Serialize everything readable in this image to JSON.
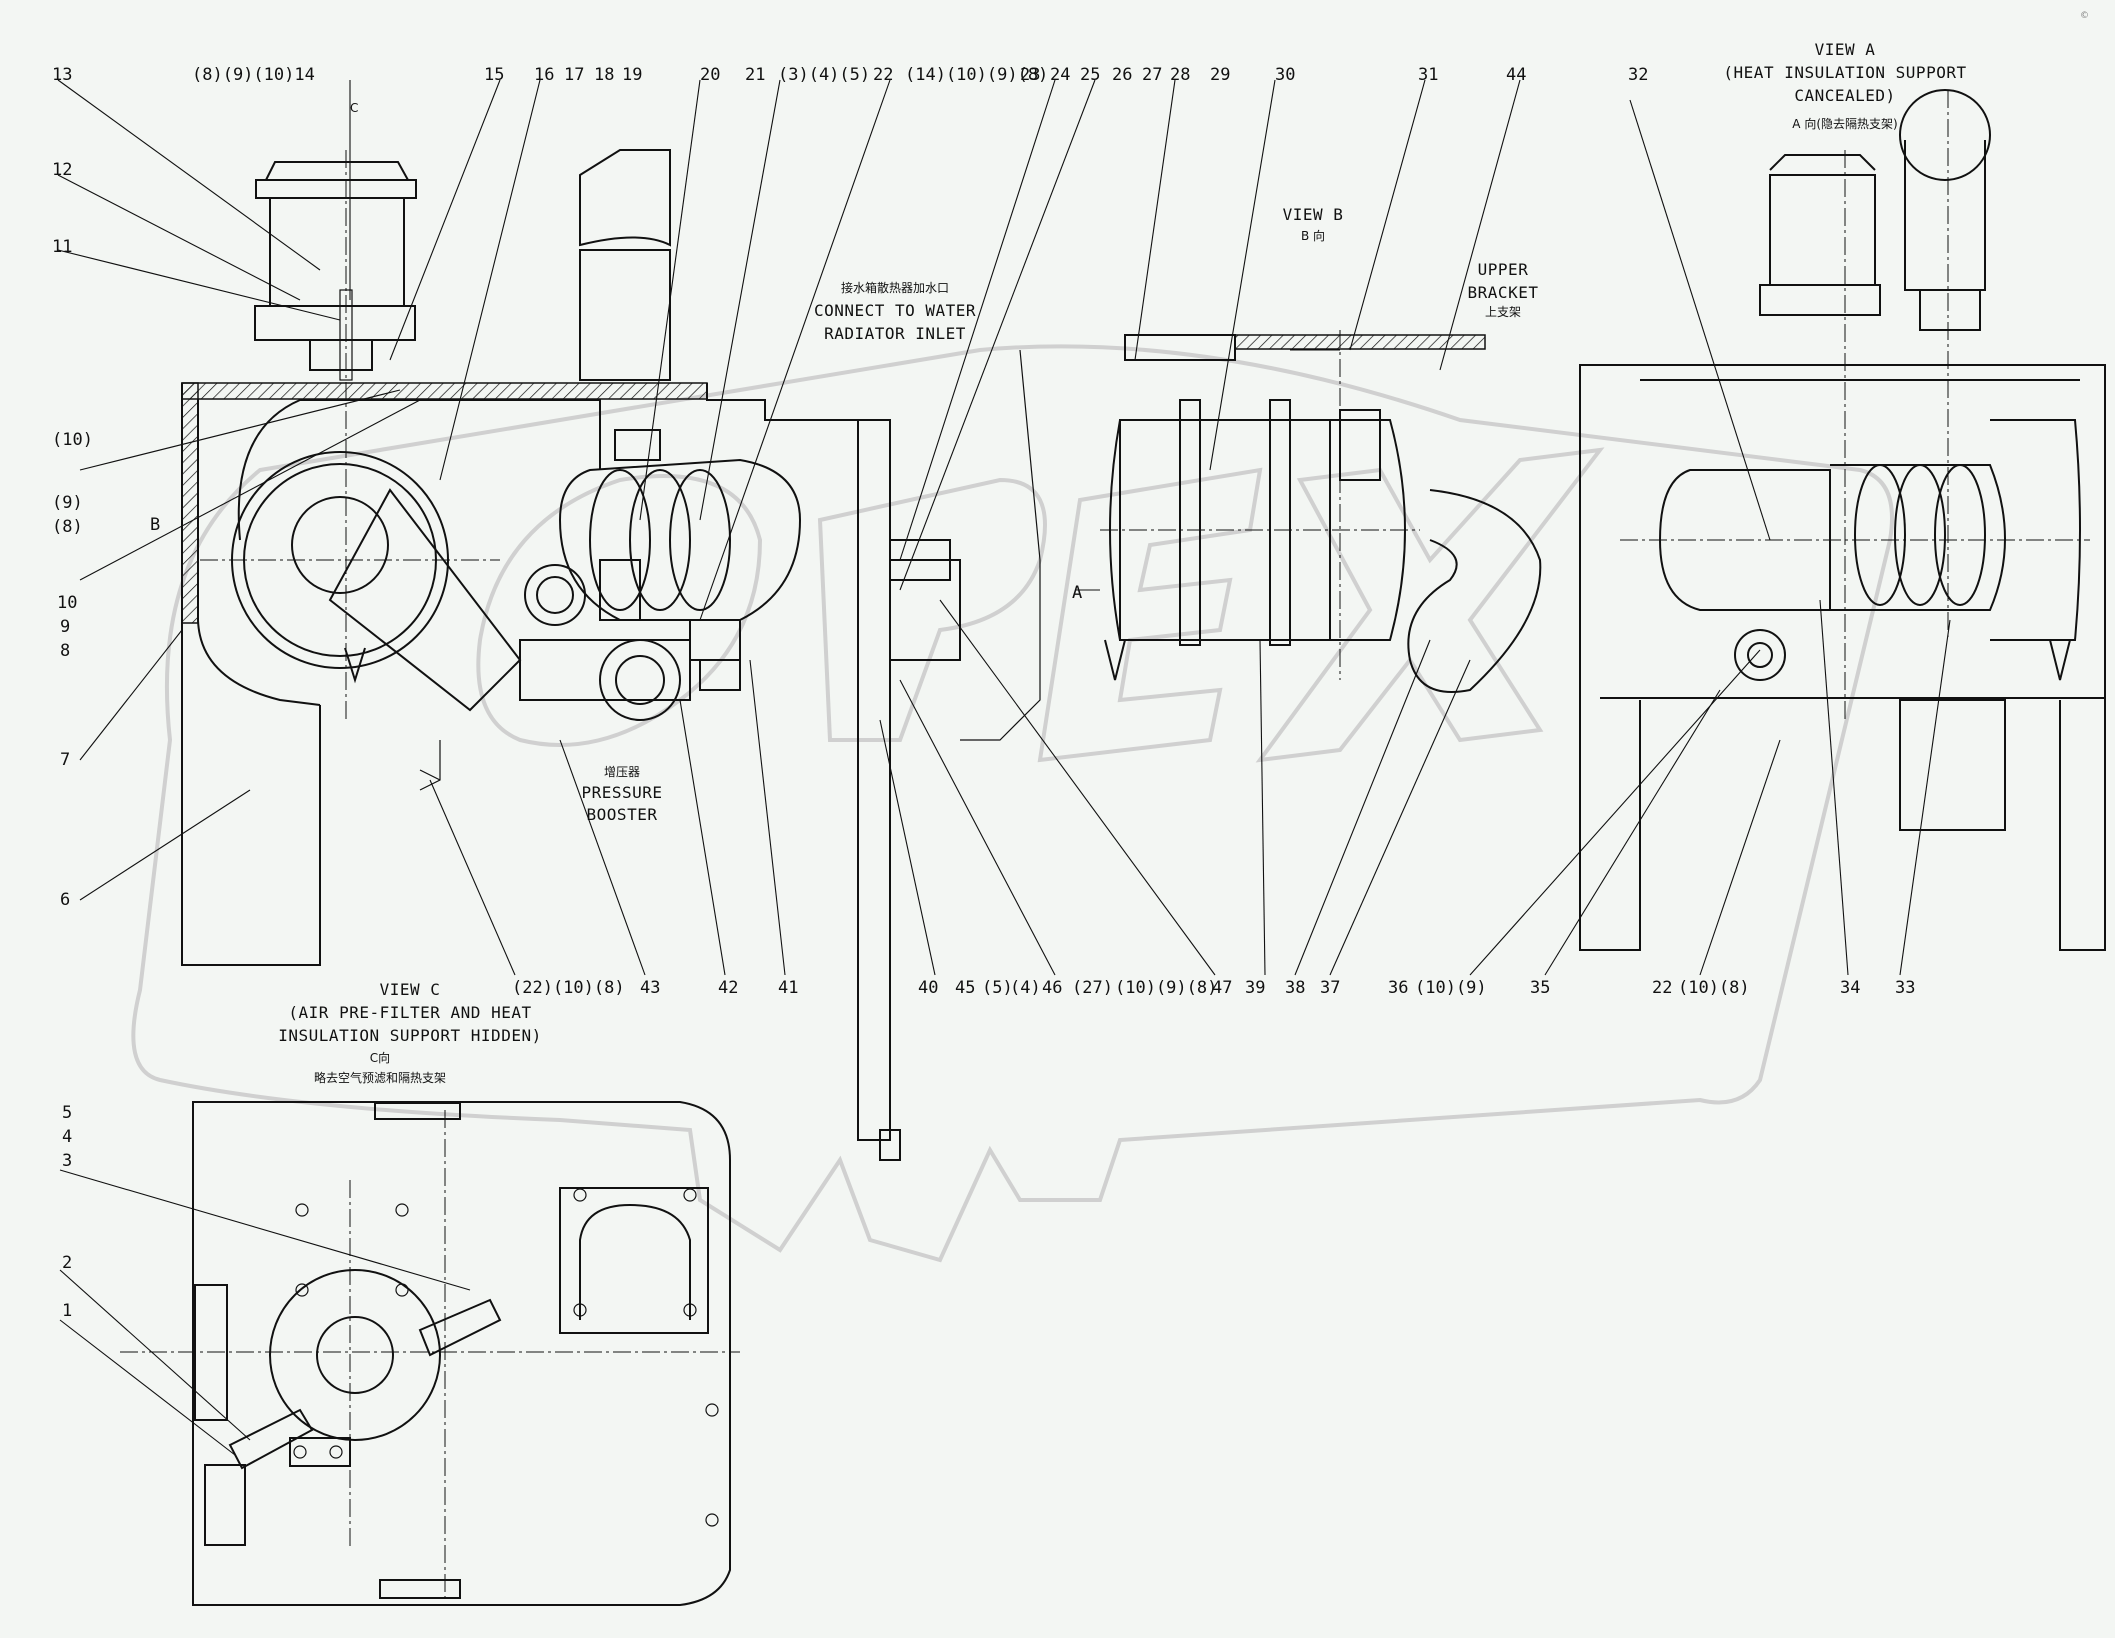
{
  "views": {
    "view_c": {
      "title": "VIEW C",
      "line1": "(AIR PRE-FILTER AND HEAT",
      "line2": "INSULATION SUPPORT HIDDEN)",
      "sub": "C向",
      "cn": "略去空气预滤和隔热支架"
    },
    "view_b": {
      "title": "VIEW B",
      "sub": "B 向"
    },
    "view_a": {
      "title": "VIEW A",
      "line1": "(HEAT INSULATION SUPPORT",
      "line2": "CANCEALED)",
      "cn": "A 向(隐去隔热支架)"
    }
  },
  "annotations": {
    "connect_cn": "接水箱散热器加水口",
    "connect1": "CONNECT TO WATER",
    "connect2": "RADIATOR INLET",
    "upper1": "UPPER",
    "upper2": "BRACKET",
    "upper_cn": "上支架",
    "booster_cn": "增压器",
    "booster1": "PRESSURE",
    "booster2": "BOOSTER",
    "arrow_a": "A",
    "arrow_b": "B",
    "arrow_c": "C"
  },
  "top_labels": [
    "13",
    "(8)(9)(10)14",
    "15",
    "16",
    "17",
    "18",
    "19",
    "20",
    "21",
    "(3)(4)(5)",
    "22",
    "(14)(10)(9)(8)",
    "23",
    "24",
    "25",
    "26",
    "27",
    "28",
    "29",
    "30",
    "31",
    "44",
    "32"
  ],
  "left_labels": [
    "12",
    "11",
    "(10)",
    "(9)",
    "(8)",
    "10",
    "9",
    "8",
    "7",
    "6"
  ],
  "bottom_labels": [
    "(22)(10)(8)",
    "43",
    "42",
    "41",
    "40",
    "45",
    "(5)",
    "(4)",
    "46",
    "(27)",
    "(10)(9)(8)",
    "47",
    "39",
    "38",
    "37",
    "36",
    "(10)(9)",
    "35",
    "22",
    "(10)(8)",
    "34",
    "33"
  ],
  "view_c_labels": [
    "5",
    "4",
    "3",
    "2",
    "1"
  ],
  "corner_mark": "©"
}
